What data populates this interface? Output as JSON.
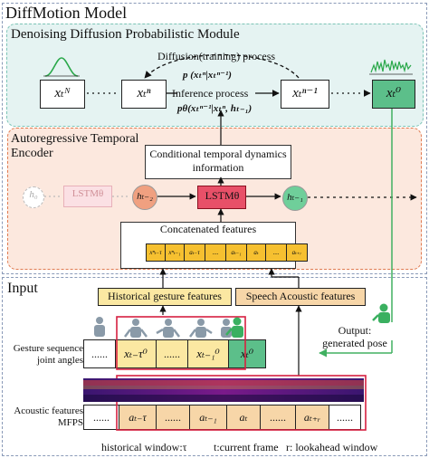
{
  "title": "DiffMotion Model",
  "ddpm": {
    "label": "Denoising Diffusion Probabilistic Module",
    "forward_label": "Diffusion(training) process",
    "forward_formula": "p (xₜⁿ|xₜⁿ⁻¹)",
    "inference_label": "Inference process",
    "inference_formula": "pθ(xₜⁿ⁻¹|xₜⁿ, hₜ₋₁)",
    "states": [
      "xₜᴺ",
      "xₜⁿ",
      "xₜⁿ⁻¹",
      "xₜ⁰"
    ]
  },
  "encoder": {
    "label_line1": "Autoregressive Temporal",
    "label_line2": "Encoder",
    "cond_line1": "Conditional temporal dynamics",
    "cond_line2": "information",
    "h0": "h₀",
    "lstm_faded": "LSTMθ",
    "h_prev": "hₜ₋₂",
    "lstm": "LSTMθ",
    "h_next": "hₜ₋₁",
    "concat_label": "Concatenated features",
    "feature_cells": [
      "xⁿₜ₋τ",
      "xⁿₜ₋₁",
      "aₜ₋τ",
      "....",
      "aₜ₋₁",
      "aₜ",
      "....",
      "aₜ₊ᵣ"
    ]
  },
  "input": {
    "label": "Input",
    "historical_label": "Historical gesture features",
    "speech_label": "Speech Acoustic features",
    "output_line1": "Output:",
    "output_line2": "generated pose",
    "gesture_row_line1": "Gesture sequence",
    "gesture_row_line2": "joint angles",
    "gesture_cells": [
      "......",
      "xₜ₋τ⁰",
      "......",
      "xₜ₋₁⁰",
      "xₜ⁰"
    ],
    "acoustic_row_line1": "Acoustic features",
    "acoustic_row_line2": "MFPS",
    "acoustic_cells": [
      "......",
      "aₜ₋τ",
      "......",
      "aₜ₋₁",
      "aₜ",
      "......",
      "aₜ₊ᵣ",
      "......"
    ],
    "hist_window": "historical window:τ",
    "current_frame": "t:current frame",
    "lookahead": "r: lookahead window"
  },
  "colors": {
    "ddpm_bg": "#e5f3f2",
    "encoder_bg": "#fce8de",
    "encoder_border": "#e07a50",
    "hist_fill": "#fbe8a2",
    "feat_fill": "#f6c030",
    "speech_fill": "#f7d6a8",
    "lstm_fill": "#e85068",
    "h_fill": "#f0a080",
    "h_next_fill": "#6fcf9a",
    "x0_fill": "#5cbf8a",
    "green_line": "#40b060",
    "red_box": "#d62040"
  }
}
